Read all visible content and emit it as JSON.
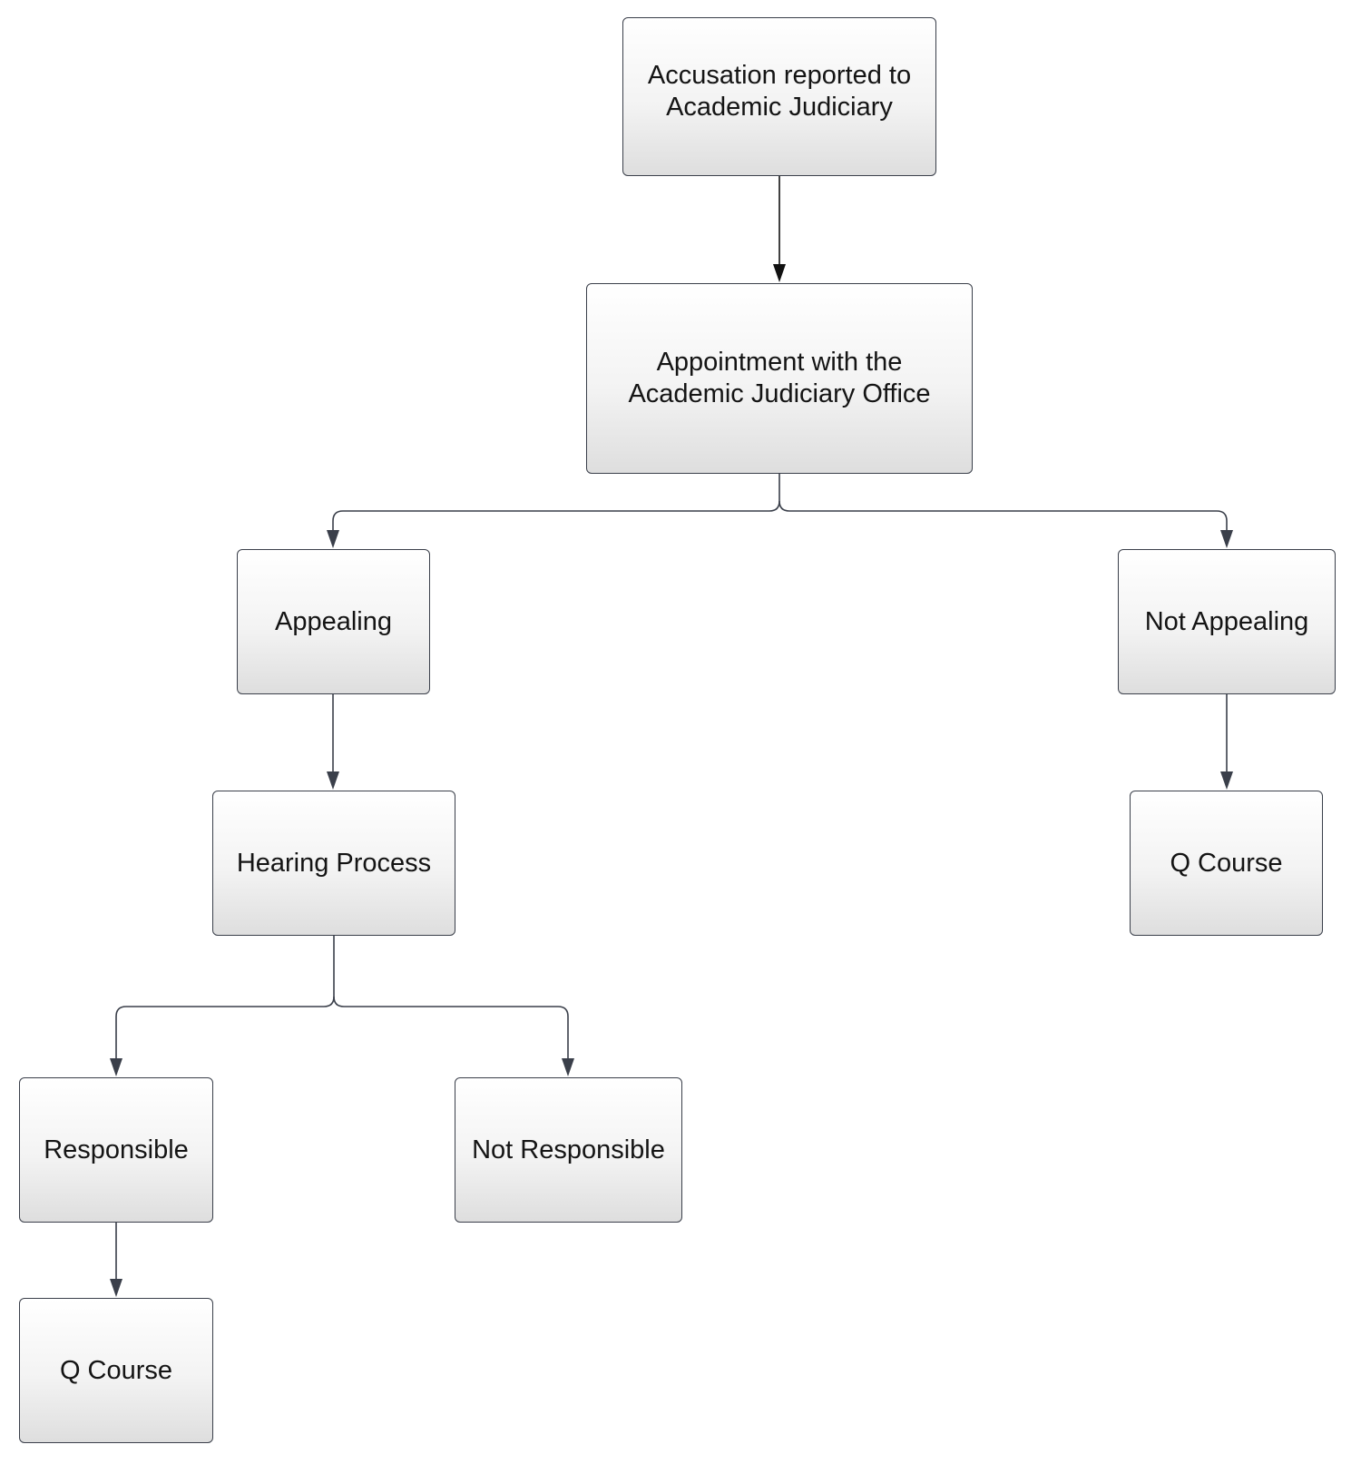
{
  "diagram": {
    "nodes": {
      "accusation": "Accusation reported to\nAcademic Judiciary",
      "appointment": "Appointment with the\nAcademic Judiciary Office",
      "appealing": "Appealing",
      "not_appealing": "Not Appealing",
      "hearing": "Hearing Process",
      "q_course_right": "Q Course",
      "responsible": "Responsible",
      "not_responsible": "Not Responsible",
      "q_course_left": "Q Course"
    },
    "edges": [
      {
        "from": "accusation",
        "to": "appointment"
      },
      {
        "from": "appointment",
        "to": "appealing"
      },
      {
        "from": "appointment",
        "to": "not_appealing"
      },
      {
        "from": "appealing",
        "to": "hearing"
      },
      {
        "from": "not_appealing",
        "to": "q_course_right"
      },
      {
        "from": "hearing",
        "to": "responsible"
      },
      {
        "from": "hearing",
        "to": "not_responsible"
      },
      {
        "from": "responsible",
        "to": "q_course_left"
      }
    ],
    "colors": {
      "stroke": "#3a3f4a",
      "text": "#141414",
      "fill_top": "#ffffff",
      "fill_bottom": "#dedede"
    }
  }
}
